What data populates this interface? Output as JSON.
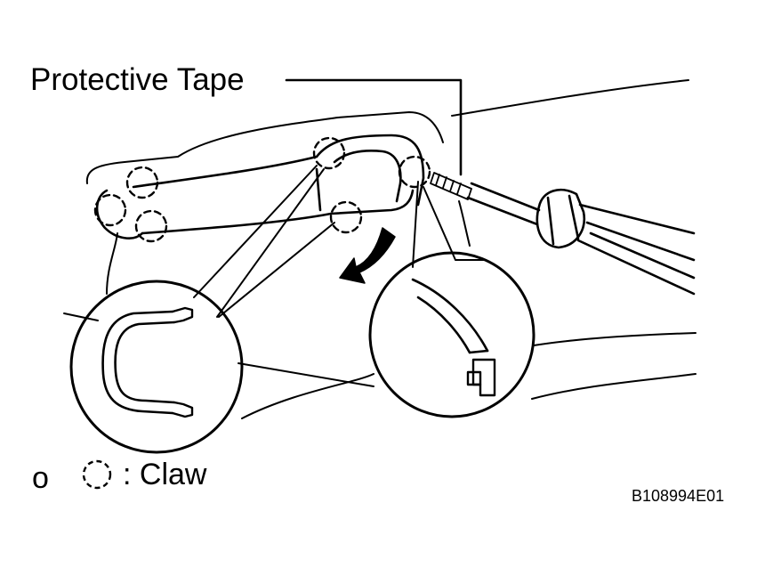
{
  "callout": {
    "label": "Protective Tape"
  },
  "legend": {
    "marker": "o",
    "text": ": Claw"
  },
  "figure": {
    "code": "B108994E01"
  }
}
